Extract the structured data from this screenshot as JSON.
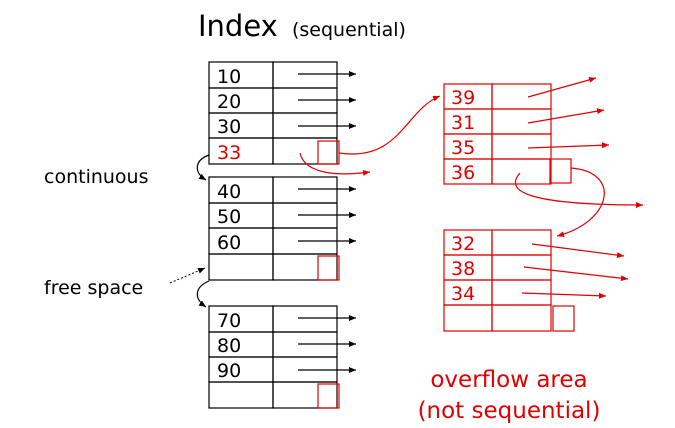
{
  "title": {
    "main": "Index",
    "sub": "(sequential)"
  },
  "labels": {
    "continuous": "continuous",
    "free_space": "free space",
    "overflow_line1": "overflow area",
    "overflow_line2": "(not sequential)"
  },
  "colors": {
    "black": "#000000",
    "red": "#e00000"
  },
  "blocks": [
    {
      "keys": [
        "10",
        "20",
        "30",
        "33"
      ],
      "red_keys": [
        false,
        false,
        false,
        true
      ]
    },
    {
      "keys": [
        "40",
        "50",
        "60",
        ""
      ],
      "red_keys": [
        false,
        false,
        false,
        false
      ]
    },
    {
      "keys": [
        "70",
        "80",
        "90",
        ""
      ],
      "red_keys": [
        false,
        false,
        false,
        false
      ]
    }
  ],
  "overflow_blocks": [
    {
      "keys": [
        "39",
        "31",
        "35",
        "36"
      ]
    },
    {
      "keys": [
        "32",
        "38",
        "34",
        ""
      ]
    }
  ]
}
